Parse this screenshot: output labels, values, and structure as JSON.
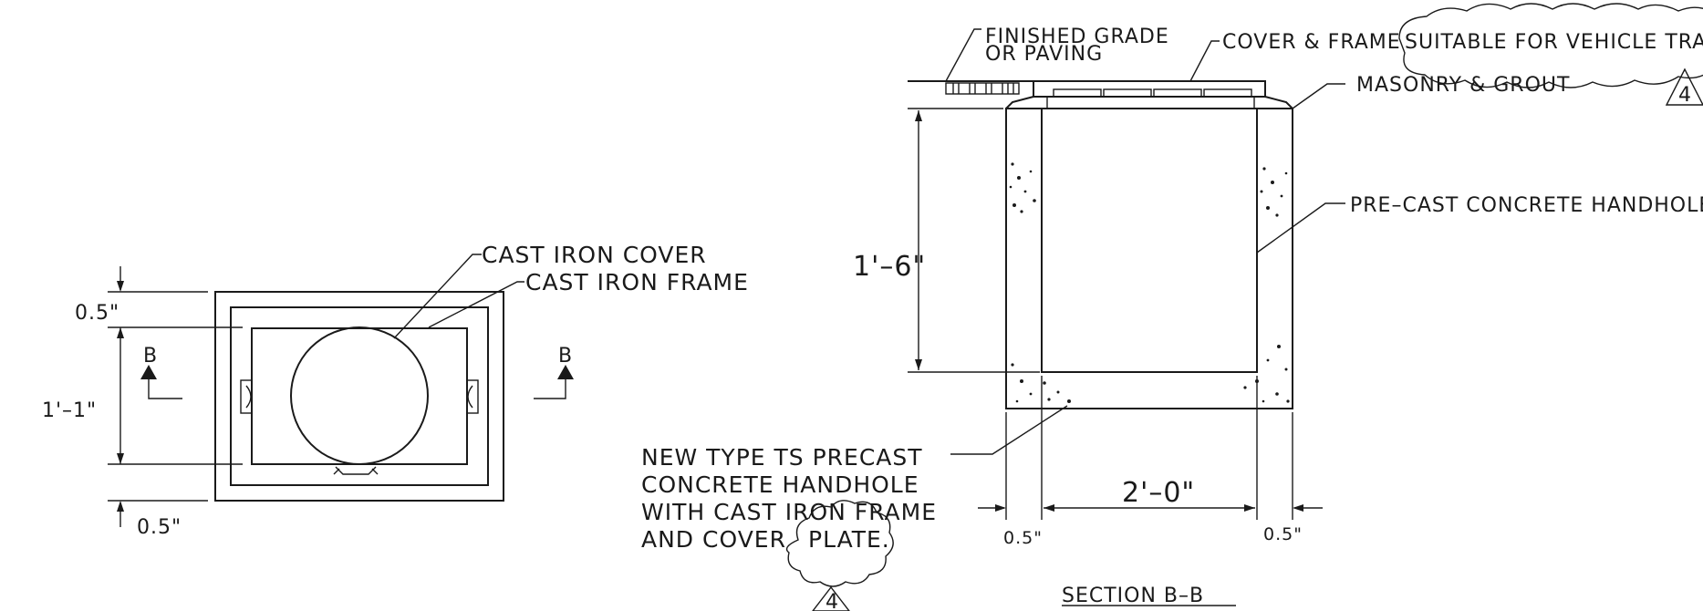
{
  "plan_view": {
    "label_cover": "CAST IRON COVER",
    "label_frame": "CAST IRON FRAME",
    "dim_top": "0.5\"",
    "dim_height": "1'–1\"",
    "dim_bottom": "0.5\"",
    "section_marker_left": "B",
    "section_marker_right": "B"
  },
  "section_view": {
    "label_grade_line1": "FINISHED GRADE",
    "label_grade_line2": "OR PAVING",
    "label_cover_frame": "COVER & FRAME",
    "label_traffic": "SUITABLE FOR VEHICLE TRAFFIC",
    "label_masonry": "MASONRY & GROUT",
    "label_handhole": "PRE–CAST CONCRETE HANDHOLE",
    "dim_depth": "1'–6\"",
    "dim_width": "2'–0\"",
    "dim_left_wall": "0.5\"",
    "dim_right_wall": "0.5\"",
    "title": "SECTION B–B"
  },
  "note": {
    "line1": "NEW TYPE TS PRECAST",
    "line2": "CONCRETE HANDHOLE",
    "line3": "WITH CAST   IRON FRAME",
    "line4_a": "AND COVER",
    "line4_b": "PLATE."
  },
  "revision": {
    "tag_note": "4",
    "tag_traffic": "4"
  }
}
